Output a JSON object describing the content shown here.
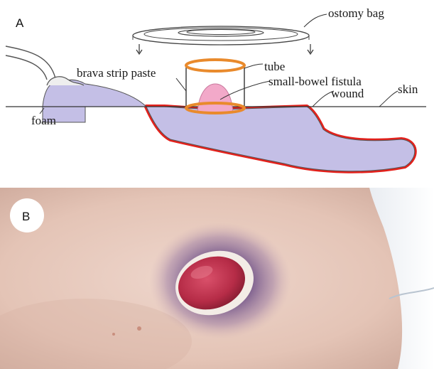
{
  "panels": {
    "a": {
      "letter": "A"
    },
    "b": {
      "letter": "B"
    }
  },
  "labels": {
    "ostomy_bag": "ostomy bag",
    "tube": "tube",
    "brava": "brava strip paste",
    "fistula": "small-bowel fistula",
    "wound": "wound",
    "skin": "skin",
    "foam": "foam"
  },
  "colors": {
    "foam_fill": "#c4bfe6",
    "wound_edge": "#e3211c",
    "tube_ring": "#e98a2c",
    "fistula_fill": "#f2a9c9",
    "line": "#333333",
    "skin_tone": "#e7c9bc",
    "stoma_red": "#b82d48",
    "bruise": "#6d4f86"
  }
}
